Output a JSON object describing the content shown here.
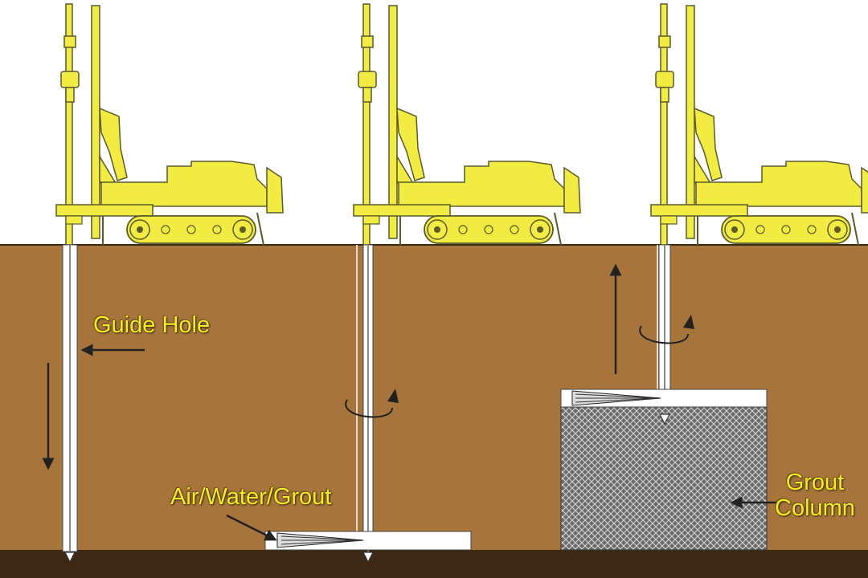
{
  "labels": {
    "guide_hole": "Guide Hole",
    "air_water_grout": "Air/Water/Grout",
    "grout_column_line1": "Grout",
    "grout_column_line2": "Column"
  },
  "colors": {
    "sky": "#ffffff",
    "soil": "#a7753b",
    "bedrock": "#3e2914",
    "rig": "#f2ec42",
    "rig_outline": "#5a5a2a",
    "label_text": "#f4ee1e",
    "grout_fill": "#555555",
    "hole": "#ffffff",
    "arrow": "#222222"
  },
  "stages": [
    {
      "id": "stage-1-guide-hole",
      "drill_direction": "down"
    },
    {
      "id": "stage-2-jetting",
      "drill_direction": "rotating"
    },
    {
      "id": "stage-3-grout-column",
      "drill_direction": "up"
    }
  ]
}
